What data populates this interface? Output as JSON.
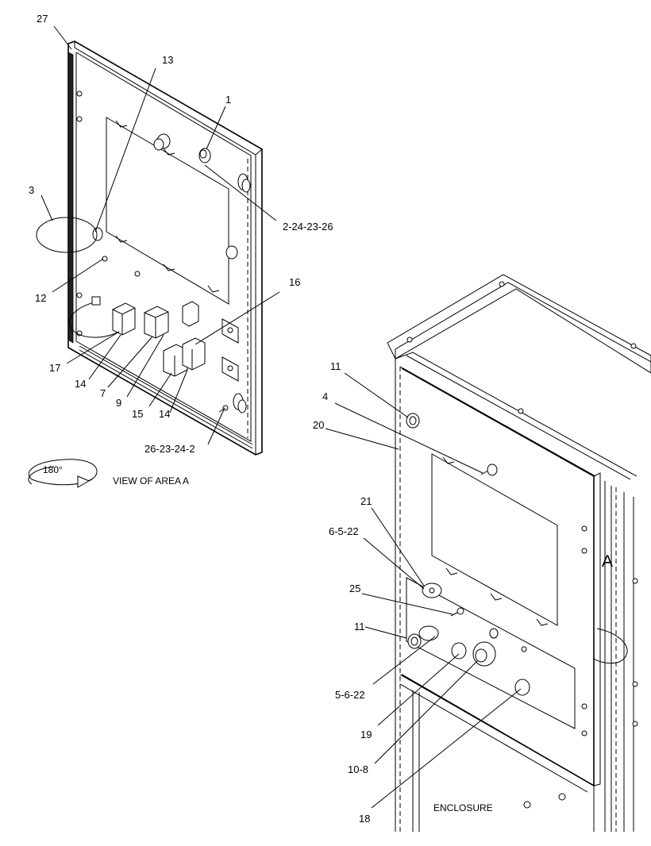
{
  "callouts": {
    "c27": "27",
    "c13": "13",
    "c1": "1",
    "c3": "3",
    "c2_24_23_26": "2-24-23-26",
    "c12": "12",
    "c16": "16",
    "c17": "17",
    "c14a": "14",
    "c7": "7",
    "c9": "9",
    "c15": "15",
    "c14b": "14",
    "c26_23_24_2": "26-23-24-2",
    "c11a": "11",
    "c4": "4",
    "c20": "20",
    "c21": "21",
    "c6_5_22": "6-5-22",
    "c25": "25",
    "c11b": "11",
    "c5_6_22": "5-6-22",
    "c19": "19",
    "c10_8": "10-8",
    "c18": "18"
  },
  "rotation_label": "180°",
  "view_caption": "VIEW OF AREA  A",
  "area_marker": "A",
  "enclosure_caption": "ENCLOSURE"
}
